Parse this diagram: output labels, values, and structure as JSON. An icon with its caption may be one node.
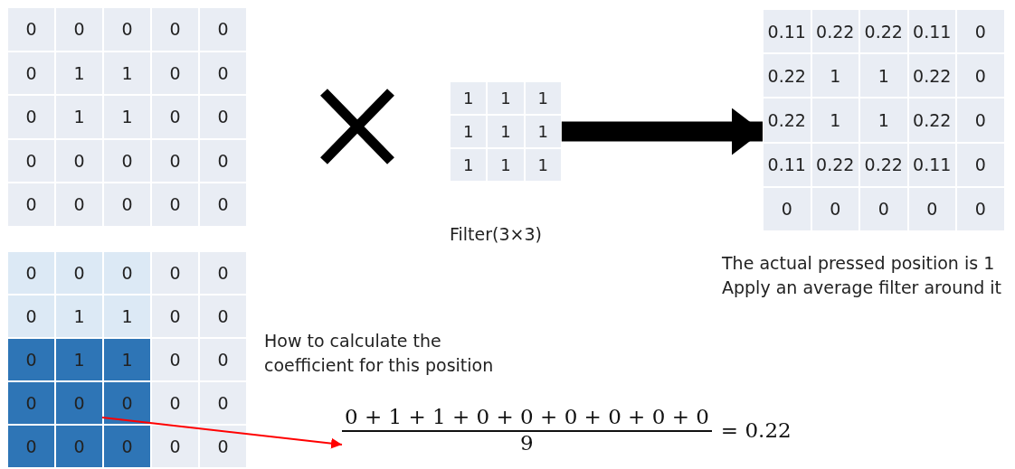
{
  "diagram": {
    "nodes": [
      {
        "text": [],
        "shape": "box"
      },
      {
        "text": [],
        "shape": "box",
        "beside": [
          "Filter(3×3)"
        ]
      },
      {
        "text": [],
        "shape": "box",
        "beside": [
          "The actual pressed position is 1",
          "Apply an average filter around it"
        ]
      },
      {
        "text": [],
        "shape": "box"
      },
      {
        "text": [
          "0"
        ],
        "in": 3
      },
      {
        "text": [
          "0 + 1 + 1 + 0 + 0 + 0 + 0 + 0 + 0",
          "9",
          "= 0.22"
        ]
      }
    ],
    "edges": [
      {
        "from": 1,
        "to": 2,
        "arrow": "to",
        "style": "thick"
      },
      {
        "from": 4,
        "to": 5,
        "arrow": "to",
        "color": "#ff0000"
      }
    ],
    "labels": [
      "0",
      "0",
      "0",
      "0",
      "0",
      "0",
      "1",
      "1",
      "0",
      "0",
      "0",
      "1",
      "1",
      "0",
      "0",
      "0",
      "0",
      "0",
      "0",
      "0",
      "0",
      "0",
      "0",
      "0",
      "0",
      "1",
      "1",
      "1",
      "1",
      "1",
      "1",
      "1",
      "1",
      "1",
      "0.11",
      "0.22",
      "0.22",
      "0.11",
      "0",
      "0.22",
      "1",
      "1",
      "0.22",
      "0",
      "0.22",
      "1",
      "1",
      "0.22",
      "0",
      "0.11",
      "0.22",
      "0.22",
      "0.11",
      "0",
      "0",
      "0",
      "0",
      "0",
      "0",
      "0",
      "0",
      "0",
      "0",
      "0",
      "0",
      "1",
      "1",
      "0",
      "0",
      "0",
      "1",
      "1",
      "0",
      "0",
      "0",
      "0",
      "0",
      "0",
      "0",
      "0",
      "0",
      "0",
      "0",
      "How to calculate the coefficient for this position"
    ]
  }
}
